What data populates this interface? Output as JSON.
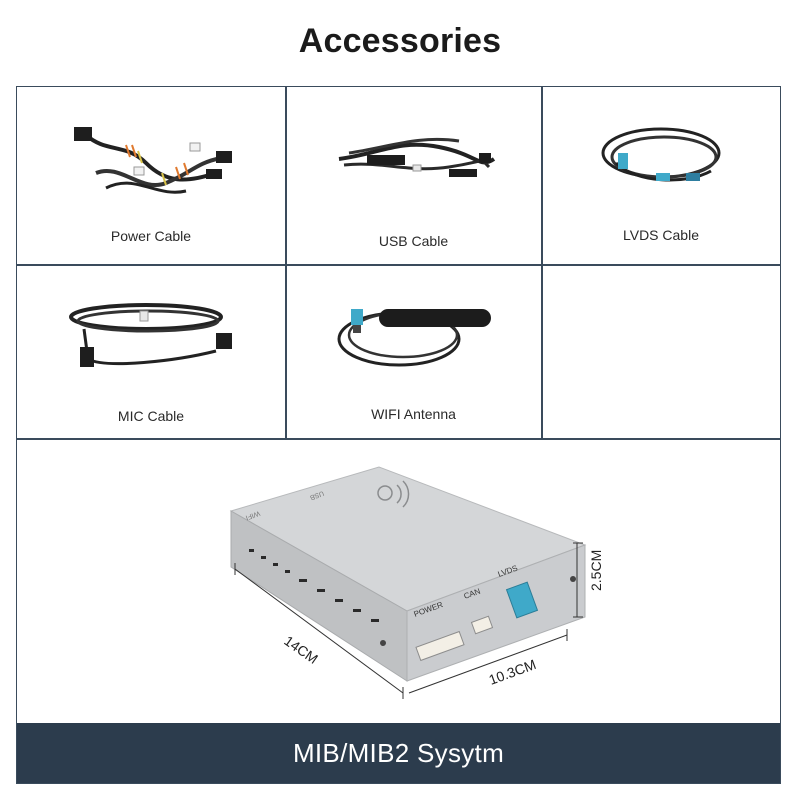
{
  "title": "Accessories",
  "items": [
    {
      "label": "Power Cable",
      "icon": "power-cable-icon"
    },
    {
      "label": "USB Cable",
      "icon": "usb-cable-icon"
    },
    {
      "label": "LVDS Cable",
      "icon": "lvds-cable-icon"
    },
    {
      "label": "MIC Cable",
      "icon": "mic-cable-icon"
    },
    {
      "label": "WIFI Antenna",
      "icon": "wifi-antenna-icon"
    }
  ],
  "device": {
    "port_labels": {
      "power": "POWER",
      "can": "CAN",
      "lvds": "LVDS",
      "top_left": "WIFI",
      "top_right": "USB"
    },
    "dimensions": {
      "length": "14CM",
      "width": "10.3CM",
      "height": "2.5CM"
    }
  },
  "footer": "MIB/MIB2 Sysytm",
  "colors": {
    "border": "#3a4b5c",
    "footer_bg": "#2c3c4d",
    "device_body": "#c9cbcd",
    "lvds_port": "#3fa9c9"
  }
}
